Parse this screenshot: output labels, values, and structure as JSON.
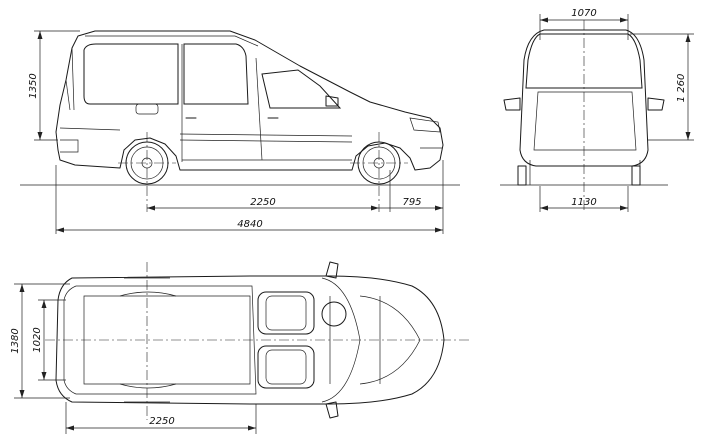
{
  "dimensions": {
    "side_height": "1350",
    "side_wheelbase": "2250",
    "side_front_overhang": "795",
    "side_length": "4840",
    "rear_roof_width": "1070",
    "rear_height": "1 260",
    "rear_track": "1130",
    "top_width_outer": "1380",
    "top_width_inner": "1020",
    "top_wheelbase": "2250"
  }
}
